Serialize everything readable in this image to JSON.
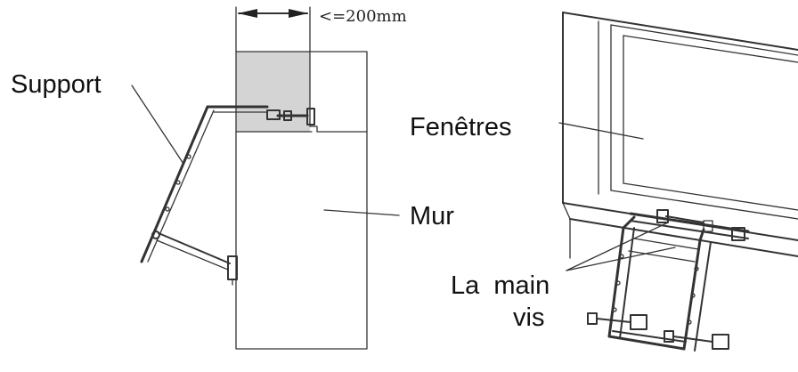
{
  "left_figure": {
    "dimension_label": "<=200mm",
    "support_label": "Support",
    "wall_label": "Mur"
  },
  "right_figure": {
    "window_label": "Fenêtres",
    "screw_label_line1": "La  main",
    "screw_label_line2": "vis"
  },
  "colors": {
    "line": "#333333",
    "shaded_zone": "#d4d4d4",
    "background": "#ffffff"
  }
}
